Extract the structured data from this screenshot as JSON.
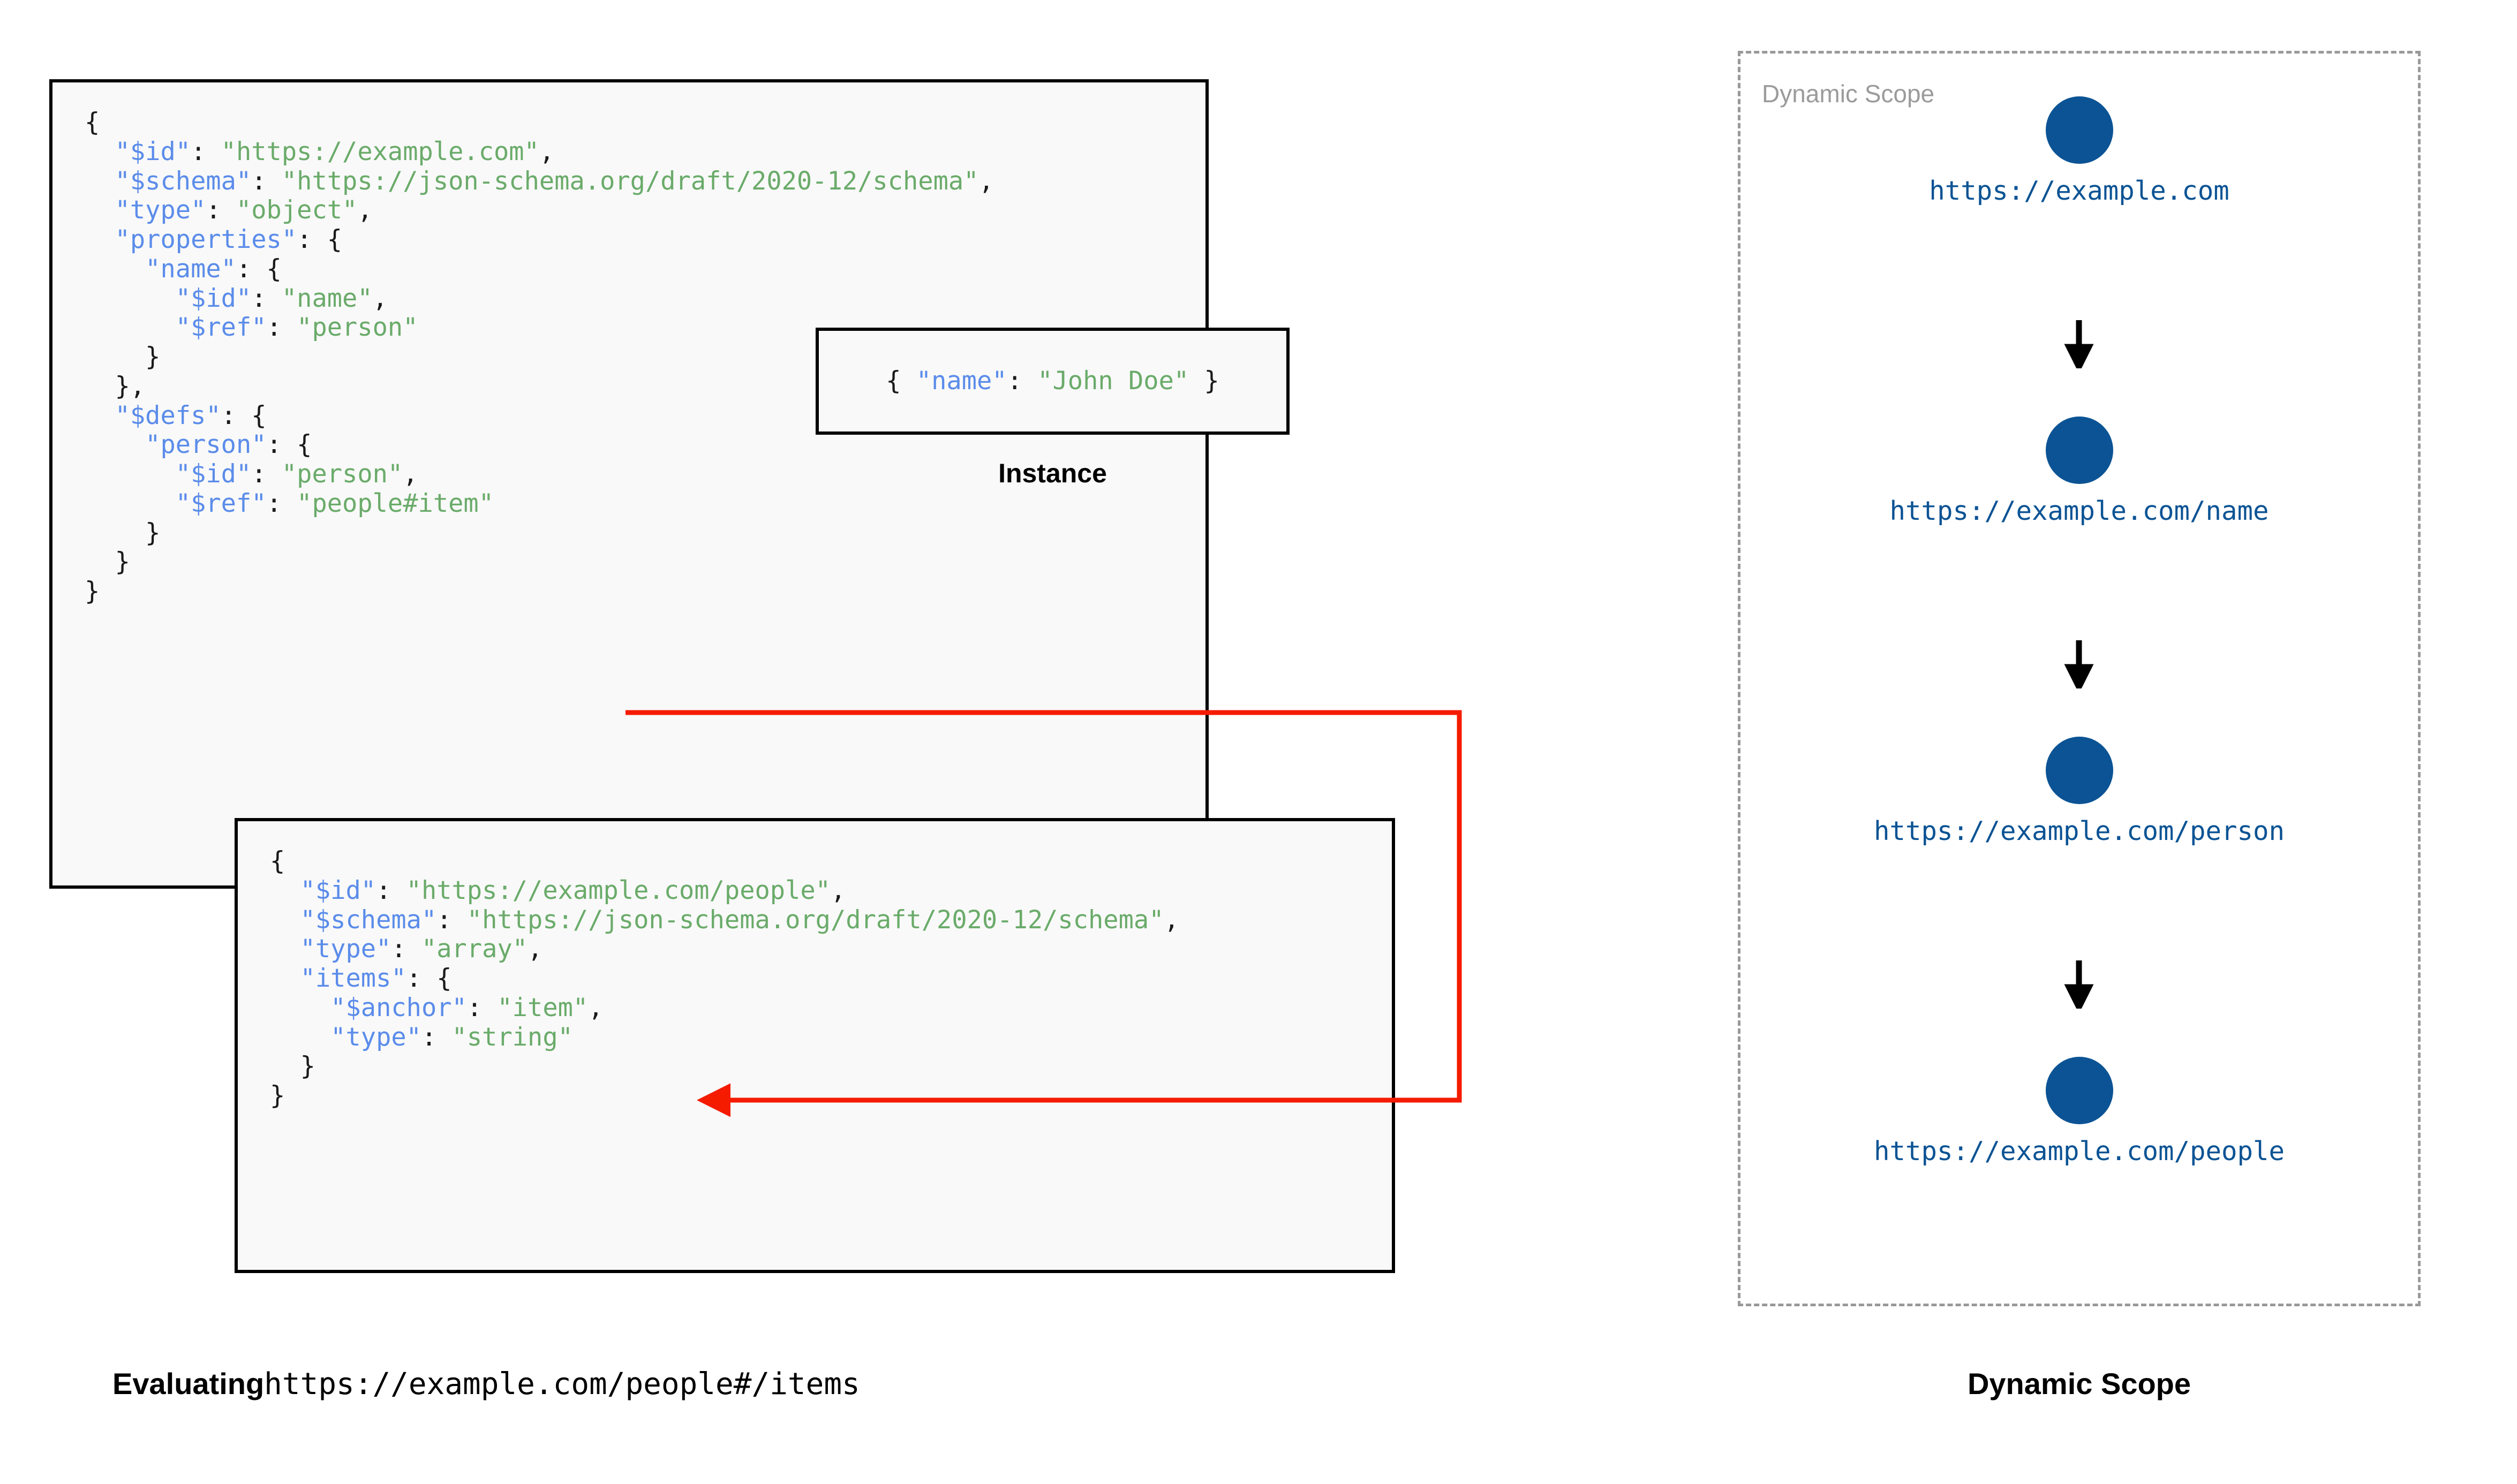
{
  "main_schema": {
    "lines": [
      [
        {
          "t": "{",
          "c": "p"
        }
      ],
      [
        {
          "t": "  ",
          "c": "p"
        },
        {
          "t": "\"$id\"",
          "c": "k"
        },
        {
          "t": ": ",
          "c": "p"
        },
        {
          "t": "\"https://example.com\"",
          "c": "s"
        },
        {
          "t": ",",
          "c": "p"
        }
      ],
      [
        {
          "t": "  ",
          "c": "p"
        },
        {
          "t": "\"$schema\"",
          "c": "k"
        },
        {
          "t": ": ",
          "c": "p"
        },
        {
          "t": "\"https://json-schema.org/draft/2020-12/schema\"",
          "c": "s"
        },
        {
          "t": ",",
          "c": "p"
        }
      ],
      [
        {
          "t": "  ",
          "c": "p"
        },
        {
          "t": "\"type\"",
          "c": "k"
        },
        {
          "t": ": ",
          "c": "p"
        },
        {
          "t": "\"object\"",
          "c": "s"
        },
        {
          "t": ",",
          "c": "p"
        }
      ],
      [
        {
          "t": "  ",
          "c": "p"
        },
        {
          "t": "\"properties\"",
          "c": "k"
        },
        {
          "t": ": {",
          "c": "p"
        }
      ],
      [
        {
          "t": "    ",
          "c": "p"
        },
        {
          "t": "\"name\"",
          "c": "k"
        },
        {
          "t": ": {",
          "c": "p"
        }
      ],
      [
        {
          "t": "      ",
          "c": "p"
        },
        {
          "t": "\"$id\"",
          "c": "k"
        },
        {
          "t": ": ",
          "c": "p"
        },
        {
          "t": "\"name\"",
          "c": "s"
        },
        {
          "t": ",",
          "c": "p"
        }
      ],
      [
        {
          "t": "      ",
          "c": "p"
        },
        {
          "t": "\"$ref\"",
          "c": "k"
        },
        {
          "t": ": ",
          "c": "p"
        },
        {
          "t": "\"person\"",
          "c": "s"
        }
      ],
      [
        {
          "t": "    }",
          "c": "p"
        }
      ],
      [
        {
          "t": "  },",
          "c": "p"
        }
      ],
      [
        {
          "t": "  ",
          "c": "p"
        },
        {
          "t": "\"$defs\"",
          "c": "k"
        },
        {
          "t": ": {",
          "c": "p"
        }
      ],
      [
        {
          "t": "    ",
          "c": "p"
        },
        {
          "t": "\"person\"",
          "c": "k"
        },
        {
          "t": ": {",
          "c": "p"
        }
      ],
      [
        {
          "t": "      ",
          "c": "p"
        },
        {
          "t": "\"$id\"",
          "c": "k"
        },
        {
          "t": ": ",
          "c": "p"
        },
        {
          "t": "\"person\"",
          "c": "s"
        },
        {
          "t": ",",
          "c": "p"
        }
      ],
      [
        {
          "t": "      ",
          "c": "p"
        },
        {
          "t": "\"$ref\"",
          "c": "k"
        },
        {
          "t": ": ",
          "c": "p"
        },
        {
          "t": "\"people#item\"",
          "c": "s"
        }
      ],
      [
        {
          "t": "    }",
          "c": "p"
        }
      ],
      [
        {
          "t": "  }",
          "c": "p"
        }
      ],
      [
        {
          "t": "}",
          "c": "p"
        }
      ]
    ]
  },
  "instance": {
    "label": "Instance",
    "lines": [
      [
        {
          "t": "{ ",
          "c": "p"
        },
        {
          "t": "\"name\"",
          "c": "k"
        },
        {
          "t": ": ",
          "c": "p"
        },
        {
          "t": "\"John Doe\"",
          "c": "s"
        },
        {
          "t": " }",
          "c": "p"
        }
      ]
    ]
  },
  "people_schema": {
    "lines": [
      [
        {
          "t": "{",
          "c": "p"
        }
      ],
      [
        {
          "t": "  ",
          "c": "p"
        },
        {
          "t": "\"$id\"",
          "c": "k"
        },
        {
          "t": ": ",
          "c": "p"
        },
        {
          "t": "\"https://example.com/people\"",
          "c": "s"
        },
        {
          "t": ",",
          "c": "p"
        }
      ],
      [
        {
          "t": "  ",
          "c": "p"
        },
        {
          "t": "\"$schema\"",
          "c": "k"
        },
        {
          "t": ": ",
          "c": "p"
        },
        {
          "t": "\"https://json-schema.org/draft/2020-12/schema\"",
          "c": "s"
        },
        {
          "t": ",",
          "c": "p"
        }
      ],
      [
        {
          "t": "  ",
          "c": "p"
        },
        {
          "t": "\"type\"",
          "c": "k"
        },
        {
          "t": ": ",
          "c": "p"
        },
        {
          "t": "\"array\"",
          "c": "s"
        },
        {
          "t": ",",
          "c": "p"
        }
      ],
      [
        {
          "t": "  ",
          "c": "p"
        },
        {
          "t": "\"items\"",
          "c": "k"
        },
        {
          "t": ": {",
          "c": "p"
        }
      ],
      [
        {
          "t": "    ",
          "c": "p"
        },
        {
          "t": "\"$anchor\"",
          "c": "k"
        },
        {
          "t": ": ",
          "c": "p"
        },
        {
          "t": "\"item\"",
          "c": "s"
        },
        {
          "t": ",",
          "c": "p"
        }
      ],
      [
        {
          "t": "    ",
          "c": "p"
        },
        {
          "t": "\"type\"",
          "c": "k"
        },
        {
          "t": ": ",
          "c": "p"
        },
        {
          "t": "\"string\"",
          "c": "s"
        }
      ],
      [
        {
          "t": "  }",
          "c": "p"
        }
      ],
      [
        {
          "t": "}",
          "c": "p"
        }
      ]
    ]
  },
  "reference_arrow": {
    "from_label": "\"people#item\"",
    "to_label": "\"$anchor\": \"item\"",
    "color": "#f51b00"
  },
  "dynamic_scope": {
    "title": "Dynamic Scope",
    "nodes": [
      {
        "url": "https://example.com"
      },
      {
        "url": "https://example.com/name"
      },
      {
        "url": "https://example.com/person"
      },
      {
        "url": "https://example.com/people"
      }
    ],
    "node_color": "#0b5394",
    "border_color": "#999999",
    "title_color": "#9b9b9b"
  },
  "captions": {
    "left_bold": "Evaluating",
    "left_mono": "https://example.com/people#/items",
    "right": "Dynamic Scope"
  }
}
